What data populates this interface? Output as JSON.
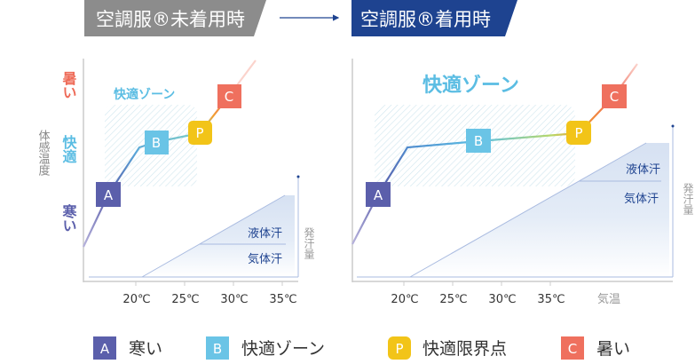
{
  "header": {
    "before_label": "空調服®未着用時",
    "after_label": "空調服®着用時"
  },
  "colors": {
    "before_header": "#8c8c8c",
    "after_header": "#1e4390",
    "A": "#5b5fab",
    "B": "#6ac4e6",
    "P": "#f2c418",
    "C": "#ef705e",
    "hot": "#ee6a57",
    "comfort": "#5bbde3",
    "cold": "#5b5fab"
  },
  "left_chart": {
    "y_axis_title": "体感温度",
    "y_levels": {
      "hot": "暑い",
      "comfort": "快適",
      "cold": "寒い"
    },
    "zone_label": "快適ゾーン",
    "x_ticks": [
      "20℃",
      "25℃",
      "30℃",
      "35℃"
    ],
    "sweat_axis_title": "発汗量",
    "liquid_sweat": "液体汗",
    "vapor_sweat": "気体汗",
    "markers": {
      "A": "A",
      "B": "B",
      "P": "P",
      "C": "C"
    }
  },
  "right_chart": {
    "zone_label": "快適ゾーン",
    "x_ticks": [
      "20℃",
      "25℃",
      "30℃",
      "35℃"
    ],
    "x_axis_title": "気温",
    "sweat_axis_title": "発汗量",
    "liquid_sweat": "液体汗",
    "vapor_sweat": "気体汗",
    "markers": {
      "A": "A",
      "B": "B",
      "P": "P",
      "C": "C"
    }
  },
  "legend": [
    {
      "key": "A",
      "label": "寒い"
    },
    {
      "key": "B",
      "label": "快適ゾーン"
    },
    {
      "key": "P",
      "label": "快適限界点"
    },
    {
      "key": "C",
      "label": "暑い"
    }
  ]
}
